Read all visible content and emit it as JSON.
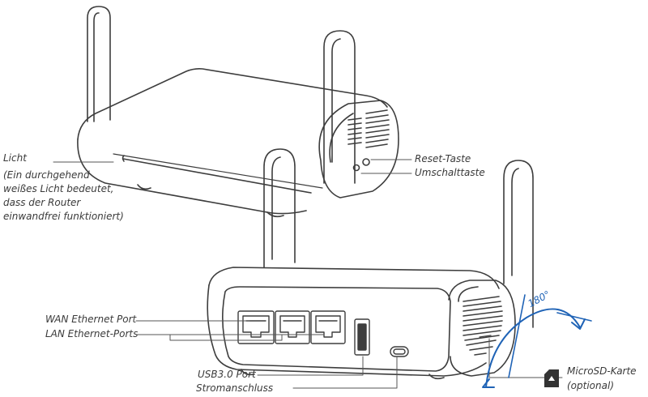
{
  "labels": {
    "light_title": "Licht",
    "light_desc": [
      "(Ein durchgehend",
      "weißes Licht bedeutet,",
      "dass der Router",
      "einwandfrei funktioniert)"
    ],
    "reset": "Reset-Taste",
    "toggle": "Umschalttaste",
    "wan": "WAN Ethernet Port",
    "lan": "LAN Ethernet-Ports",
    "usb": "USB3.0 Port",
    "power": "Stromanschluss",
    "microsd_title": "MicroSD-Karte",
    "microsd_note": "(optional)",
    "rotation_angle": "180°"
  },
  "colors": {
    "line": "#3d3d3d",
    "accent": "#1f63b6"
  }
}
